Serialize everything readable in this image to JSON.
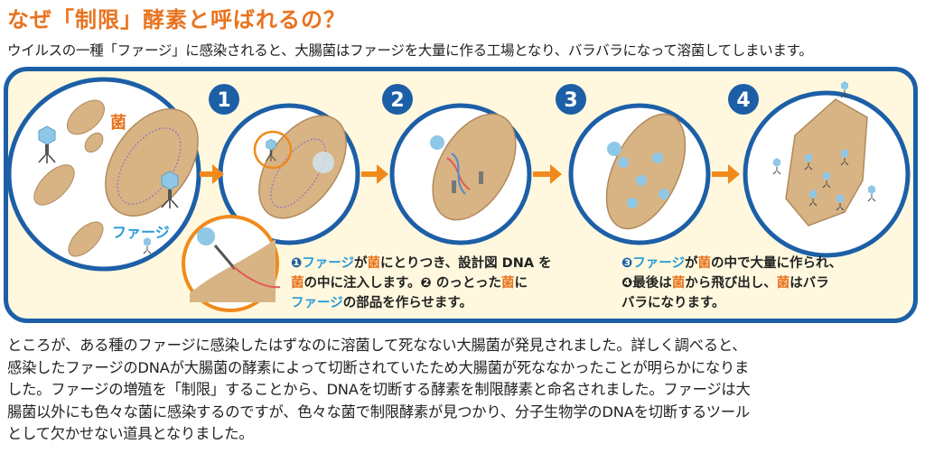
{
  "title": "なぜ「制限」酵素と呼ばれるの？",
  "lead": "ウイルスの一種「ファージ」に感染されると、大腸菌はファージを大量に作る工場となり、バラバラになって溶菌してしまいます。",
  "labels": {
    "bacterium": "菌",
    "phage": "ファージ"
  },
  "steps": [
    {
      "num": "1"
    },
    {
      "num": "2"
    },
    {
      "num": "3"
    },
    {
      "num": "4"
    }
  ],
  "caption_left": {
    "l1_a": "❶",
    "l1_b": "ファージ",
    "l1_c": "が",
    "l1_d": "菌",
    "l1_e": "にとりつき、設計図 DNA を",
    "l2_a": "菌",
    "l2_b": "の中に注入します。❷ のっとった",
    "l2_c": "菌",
    "l2_d": "に",
    "l3_a": "ファージ",
    "l3_b": "の部品を作らせます。"
  },
  "caption_right": {
    "l1_a": "❸",
    "l1_b": "ファージ",
    "l1_c": "が",
    "l1_d": "菌",
    "l1_e": "の中で大量に作られ、",
    "l2_a": "❹最後は",
    "l2_b": "菌",
    "l2_c": "から飛び出し、",
    "l2_d": "菌",
    "l2_e": "はバラ",
    "l3_a": "バラになります。"
  },
  "body_lines": [
    "ところが、ある種のファージに感染したはずなのに溶菌して死なない大腸菌が発見されました。詳しく調べると、",
    "感染したファージのDNAが大腸菌の酵素によって切断されていたため大腸菌が死ななかったことが明らかになりま",
    "した。ファージの増殖を「制限」することから、DNAを切断する酵素を制限酵素と命名されました。ファージは大",
    "腸菌以外にも色々な菌に感染するのですが、色々な菌で制限酵素が見つかり、分子生物学のDNAを切断するツール",
    "として欠かせない道具となりました。"
  ],
  "colors": {
    "title": "#e8741f",
    "panel_border": "#1d5fa7",
    "panel_bg": "#fff8de",
    "bacteria": "#d8b485",
    "arrow": "#f08a1c",
    "phage": "#8fc7e6",
    "label_blue": "#2a9ad8"
  }
}
